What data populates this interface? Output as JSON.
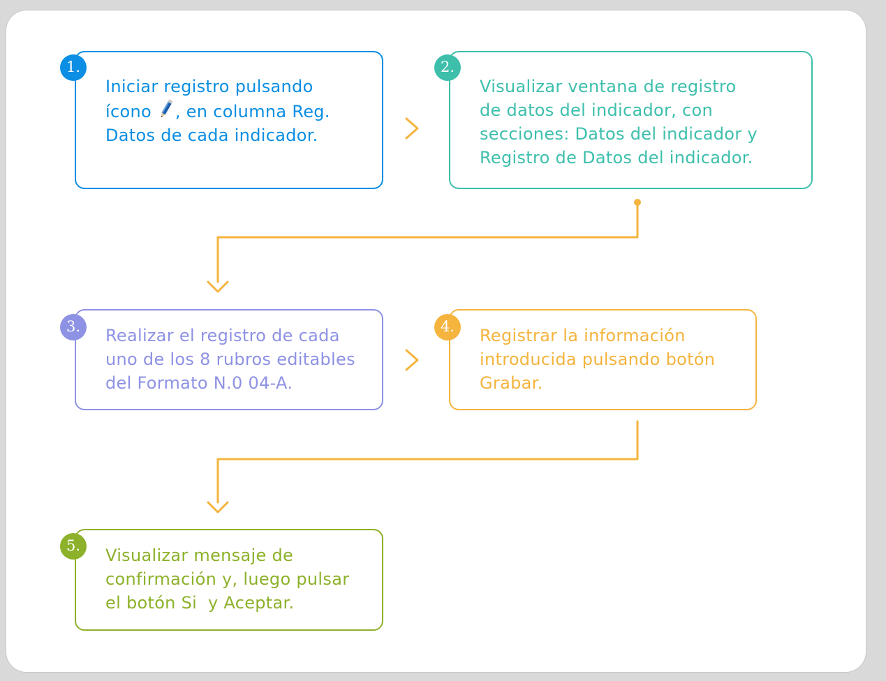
{
  "colors": {
    "blue": "#0b8ee3",
    "teal": "#3dbfac",
    "purple": "#8e92e4",
    "orange": "#f4b43e",
    "green": "#8db12a",
    "connector": "#f4b43e"
  },
  "steps": [
    {
      "number": "1.",
      "line1": "Iniciar registro pulsando",
      "line2_before_icon": "ícono ",
      "icon": "pencil-icon",
      "line2_after_icon": ", en columna Reg.",
      "line3": "Datos de cada indicador."
    },
    {
      "number": "2.",
      "lines": [
        "Visualizar ventana de registro",
        "de datos del indicador, con",
        "secciones: Datos del indicador y",
        "Registro de Datos del indicador."
      ]
    },
    {
      "number": "3.",
      "lines": [
        "Realizar el registro de cada",
        "uno de los 8 rubros editables",
        "del Formato N.0 04-A."
      ]
    },
    {
      "number": "4.",
      "lines": [
        "Registrar la información",
        "introducida pulsando botón",
        "Grabar."
      ]
    },
    {
      "number": "5.",
      "lines": [
        "Visualizar mensaje de",
        "confirmación y, luego pulsar",
        "el botón Si  y Aceptar."
      ]
    }
  ]
}
